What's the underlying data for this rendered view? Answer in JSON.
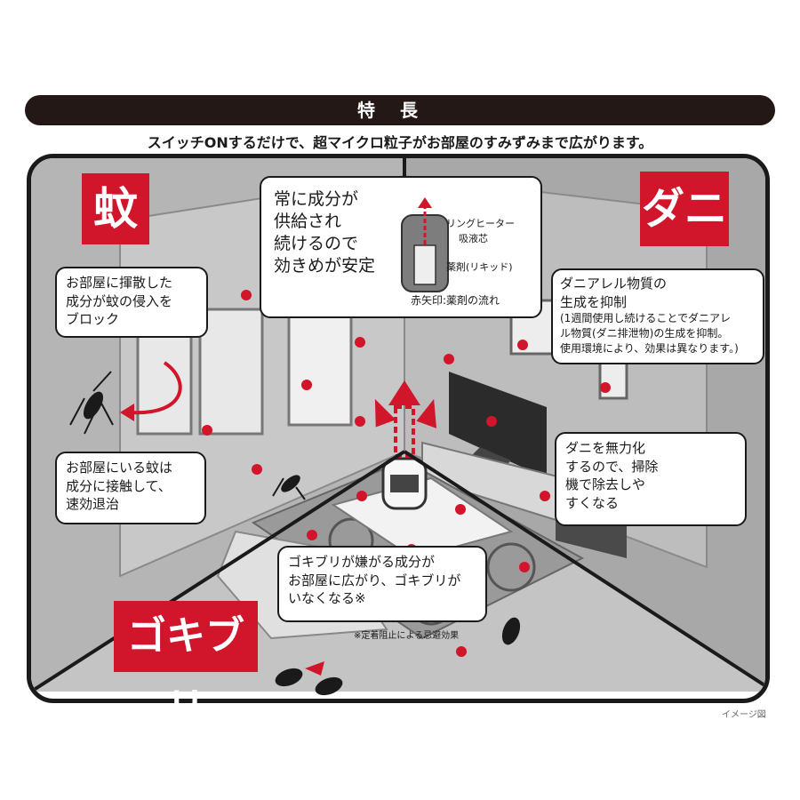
{
  "header": {
    "title": "特長"
  },
  "subtitle": "スイッチONするだけで、超マイクロ粒子がお部屋のすみずみまで広がります。",
  "labels": {
    "mosquito": "蚊",
    "mite": "ダニ",
    "cockroach": "ゴキブリ"
  },
  "center_bubble": {
    "lines": [
      "常に成分が",
      "供給され",
      "続けるので",
      "効きめが安定"
    ],
    "part_labels": [
      "リングヒーター",
      "吸液芯",
      "薬剤(リキッド)"
    ],
    "footer": "赤矢印:薬剤の流れ"
  },
  "bubble_mosquito_block": {
    "lines": [
      "お部屋に揮散した",
      "成分が蚊の侵入を",
      "ブロック"
    ]
  },
  "bubble_mosquito_kill": {
    "lines": [
      "お部屋にいる蚊は",
      "成分に接触して、",
      "速効退治"
    ]
  },
  "bubble_mite": {
    "title_lines": [
      "ダニアレル物質の",
      "生成を抑制"
    ],
    "note_lines": [
      "(1週間使用し続けることでダニアレ",
      "ル物質(ダニ排泄物)の生成を抑制。",
      "使用環境により、効果は異なります。)"
    ]
  },
  "bubble_mite2": {
    "lines": [
      "ダニを無力化",
      "するので、掃除",
      "機で除去しや",
      "すくなる"
    ]
  },
  "bubble_cockroach": {
    "lines": [
      "ゴキブリが嫌がる成分が",
      "お部屋に広がり、ゴキブリが",
      "いなくなる※"
    ]
  },
  "footnote": "※定着阻止による忌避効果",
  "illustration_note": "イメージ図",
  "colors": {
    "accent_red": "#d1162b",
    "dark": "#231815",
    "room_gray": "#9c9c9c"
  }
}
